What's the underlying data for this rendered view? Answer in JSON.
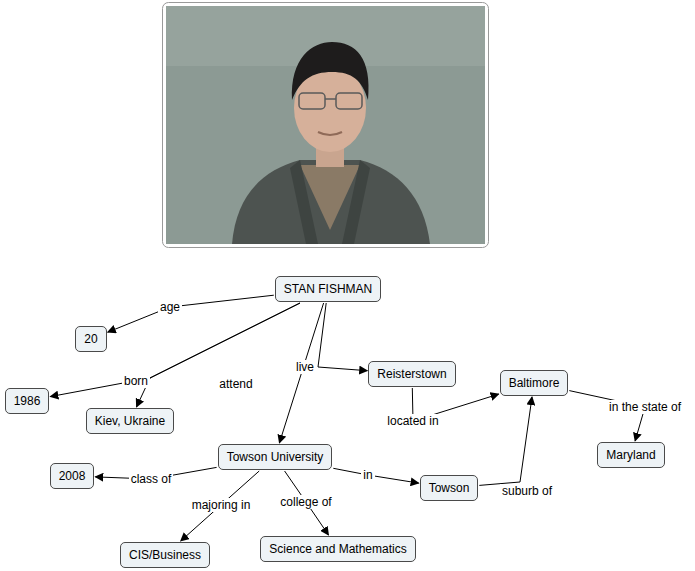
{
  "diagram": {
    "nodes": [
      {
        "text": [
          "STAN FISHMAN"
        ]
      },
      {
        "text": [
          "20"
        ]
      },
      {
        "text": [
          "1986"
        ]
      },
      {
        "text": [
          "Kiev, Ukraine"
        ]
      },
      {
        "text": [
          "Reisterstown"
        ]
      },
      {
        "text": [
          "Baltimore"
        ]
      },
      {
        "text": [
          "Maryland"
        ]
      },
      {
        "text": [
          "Towson University"
        ]
      },
      {
        "text": [
          "2008"
        ]
      },
      {
        "text": [
          "Towson"
        ]
      },
      {
        "text": [
          "CIS/Business"
        ]
      },
      {
        "text": [
          "Science and Mathematics"
        ]
      }
    ],
    "edges": [
      {
        "from": 0,
        "to": 1,
        "label": "age",
        "arrow": "to"
      },
      {
        "from": 0,
        "to": 2,
        "label": "born",
        "arrow": "to"
      },
      {
        "from": 0,
        "to": 3,
        "arrow": "to"
      },
      {
        "from": 0,
        "to": 7,
        "label": "attend",
        "arrow": "to"
      },
      {
        "from": 0,
        "to": 4,
        "label": "live",
        "arrow": "to"
      },
      {
        "from": 4,
        "to": 5,
        "label": "located in",
        "arrow": "to"
      },
      {
        "from": 5,
        "to": 6,
        "label": "in the state of",
        "arrow": "to"
      },
      {
        "from": 7,
        "to": 8,
        "label": "class of",
        "arrow": "to"
      },
      {
        "from": 7,
        "to": 10,
        "label": "majoring in",
        "arrow": "to"
      },
      {
        "from": 7,
        "to": 11,
        "label": "college of",
        "arrow": "to"
      },
      {
        "from": 7,
        "to": 9,
        "label": "in",
        "arrow": "to"
      },
      {
        "from": 9,
        "to": 5,
        "label": "suburb of",
        "arrow": "to"
      }
    ]
  }
}
